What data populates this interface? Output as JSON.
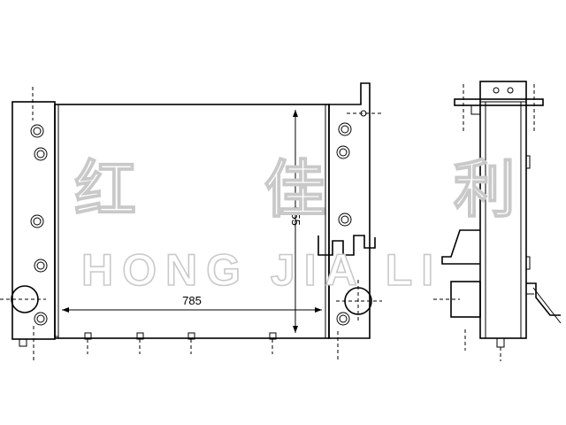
{
  "dimensions": {
    "width_label": "785",
    "height_label": "655"
  },
  "watermark": {
    "chinese": "红 佳 利",
    "english": "HONG JIA LI"
  }
}
